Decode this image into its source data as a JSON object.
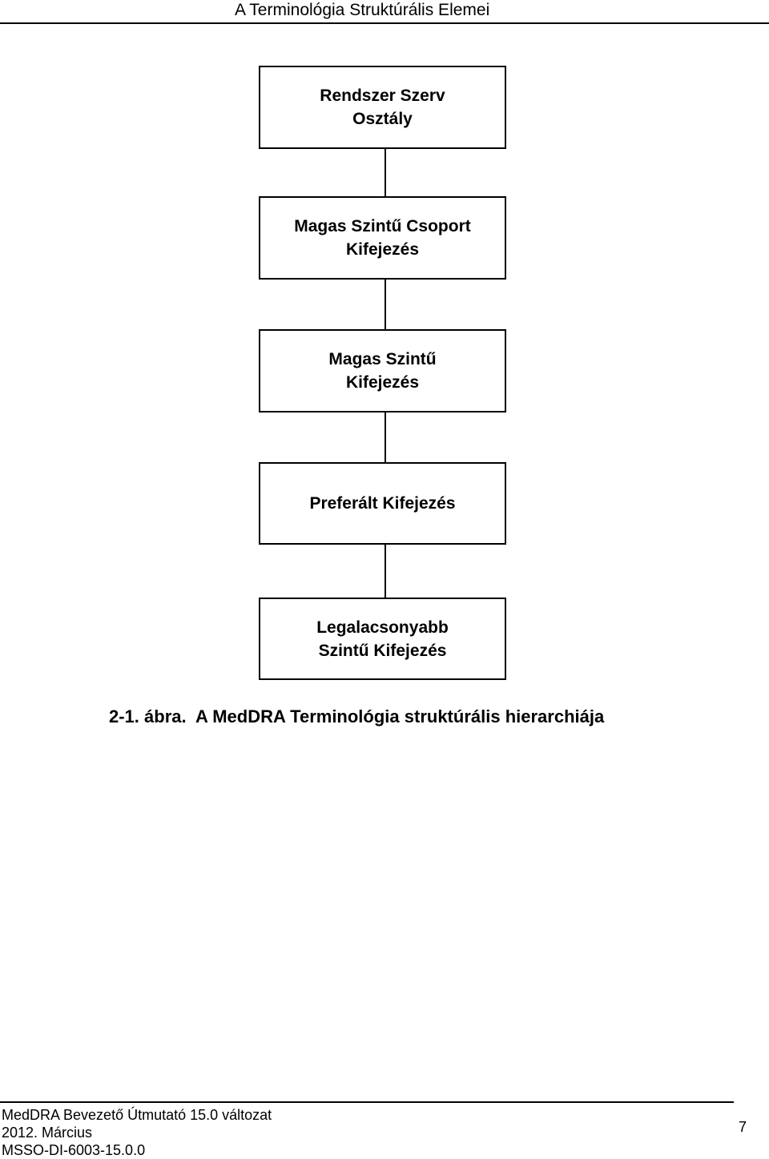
{
  "header": {
    "title": "A Terminológia Struktúrális Elemei"
  },
  "diagram": {
    "boxes": [
      {
        "label": "Rendszer Szerv\nOsztály"
      },
      {
        "label": "Magas Szintű Csoport\nKifejezés"
      },
      {
        "label": "Magas Szintű\nKifejezés"
      },
      {
        "label": "Preferált Kifejezés"
      },
      {
        "label": "Legalacsonyabb\nSzintű Kifejezés"
      }
    ],
    "caption": "2-1. ábra.  A MedDRA Terminológia struktúrális hierarchiája"
  },
  "footer": {
    "line1": "MedDRA Bevezető Útmutató 15.0 változat",
    "line2": "2012. Március",
    "line3": "MSSO-DI-6003-15.0.0",
    "page_number": "7"
  }
}
